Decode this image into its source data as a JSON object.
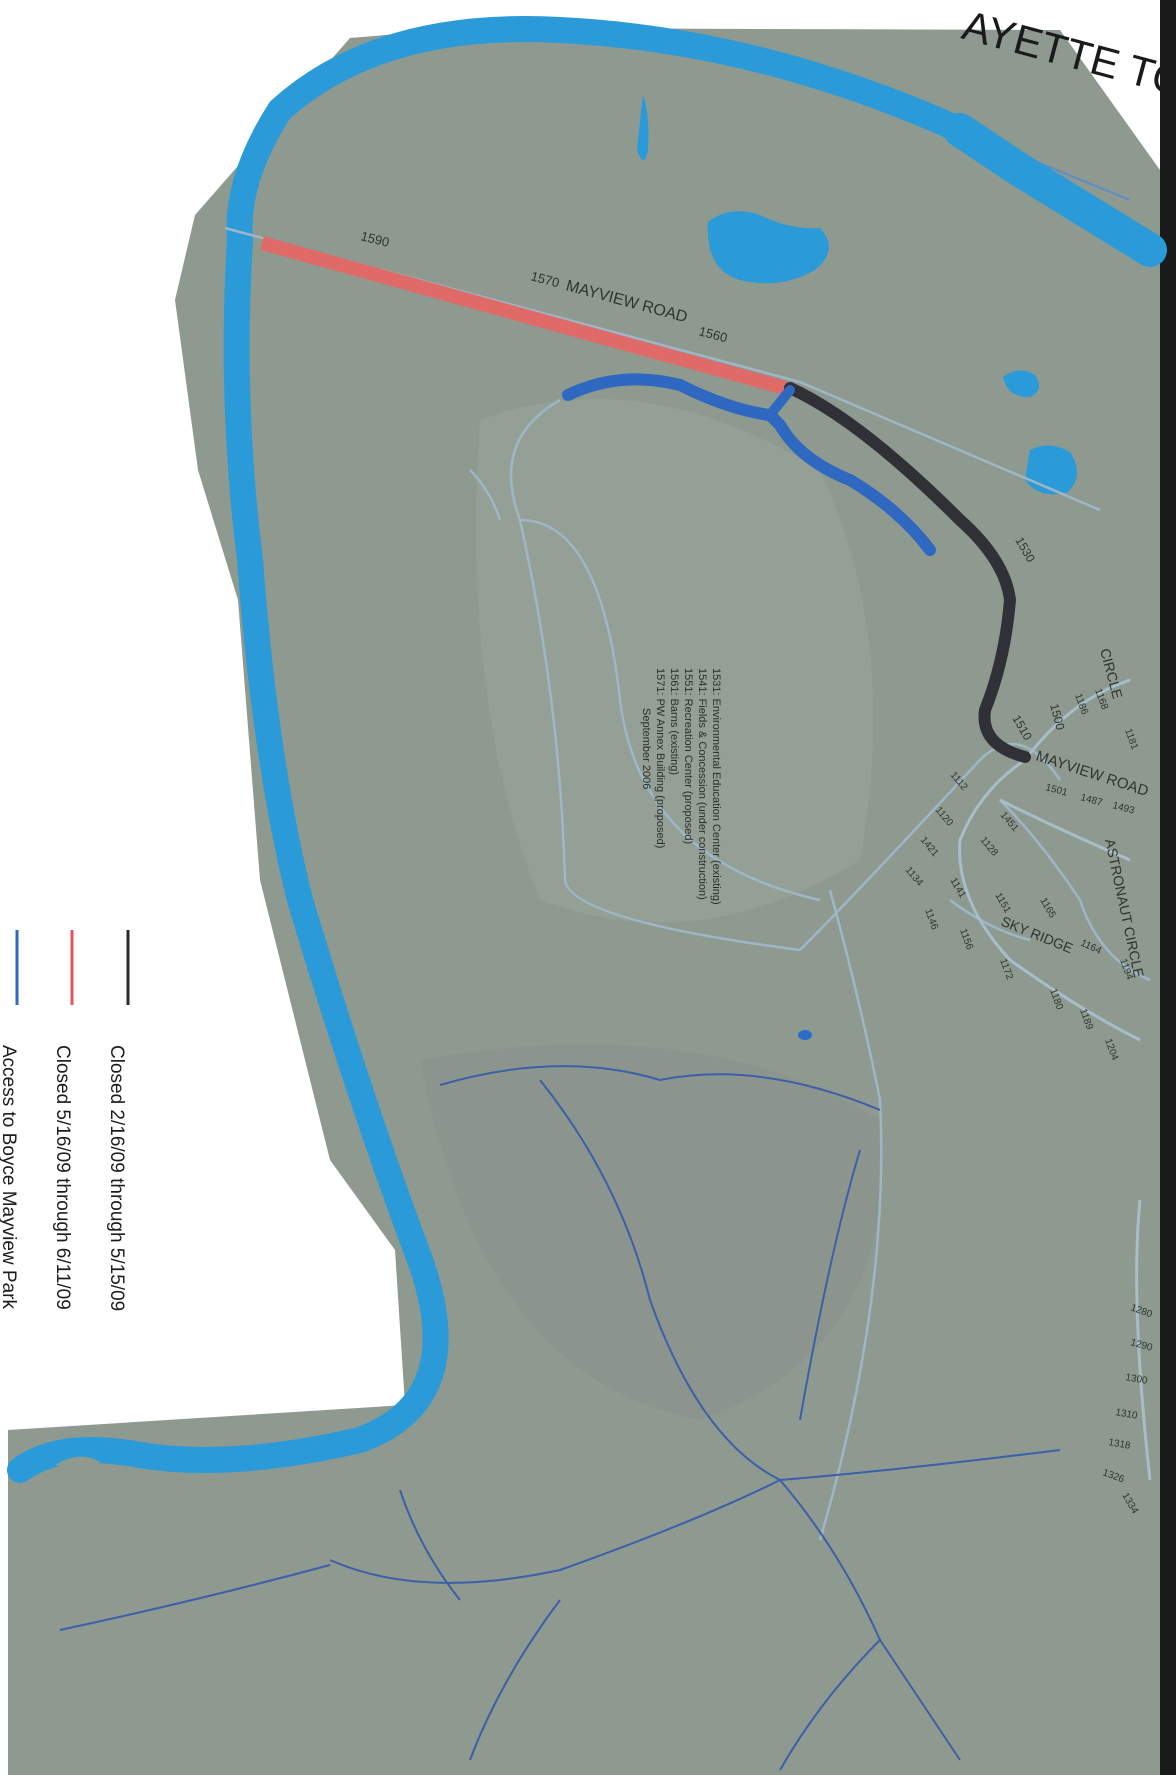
{
  "header": {
    "title_fragment": "AYETTE TO"
  },
  "roads": {
    "mayview_road_1": "MAYVIEW ROAD",
    "mayview_road_2": "MAYVIEW ROAD",
    "astronaut_circle": "ASTRONAUT CIRCLE",
    "sky_ridge": "SKY RIDGE",
    "circle_top": "CIRCLE"
  },
  "road_numbers": {
    "n1590": "1590",
    "n1570": "1570",
    "n1560": "1560",
    "n1530": "1530",
    "n1510": "1510",
    "n1500": "1500"
  },
  "facilities_note": {
    "lines": [
      "1531: Environmental Education Center (existing)",
      "1541: Fields & Concession (under construction)",
      "1551: Recreation Center (proposed)",
      "1561: Barns (existing)",
      "1571: PW Annex Building (proposed)",
      "September 2006"
    ]
  },
  "house_numbers": [
    "1168",
    "1181",
    "1186",
    "1501",
    "1487",
    "1493",
    "1112",
    "1451",
    "1120",
    "1128",
    "1421",
    "1134",
    "1141",
    "1151",
    "1165",
    "1146",
    "1156",
    "1164",
    "1172",
    "1180",
    "1189",
    "1194",
    "1204",
    "1280",
    "1290",
    "1300",
    "1310",
    "1318",
    "1326",
    "1334"
  ],
  "legend": {
    "items": [
      {
        "label": "Closed 2/16/09 through 5/15/09",
        "color": "#2a2c2e"
      },
      {
        "label": "Closed 5/16/09 through 6/11/09",
        "color": "#e0565a"
      },
      {
        "label": "Access to Boyce Mayview Park",
        "color": "#2f68c0"
      }
    ]
  },
  "colors": {
    "land": "#8f9a92",
    "water": "#2b9ad8",
    "closed_first": "#2f3136",
    "closed_second": "#e06a68",
    "access": "#2f68c0",
    "streams": "#3c5fa8",
    "roads": "#9fb6c6"
  }
}
